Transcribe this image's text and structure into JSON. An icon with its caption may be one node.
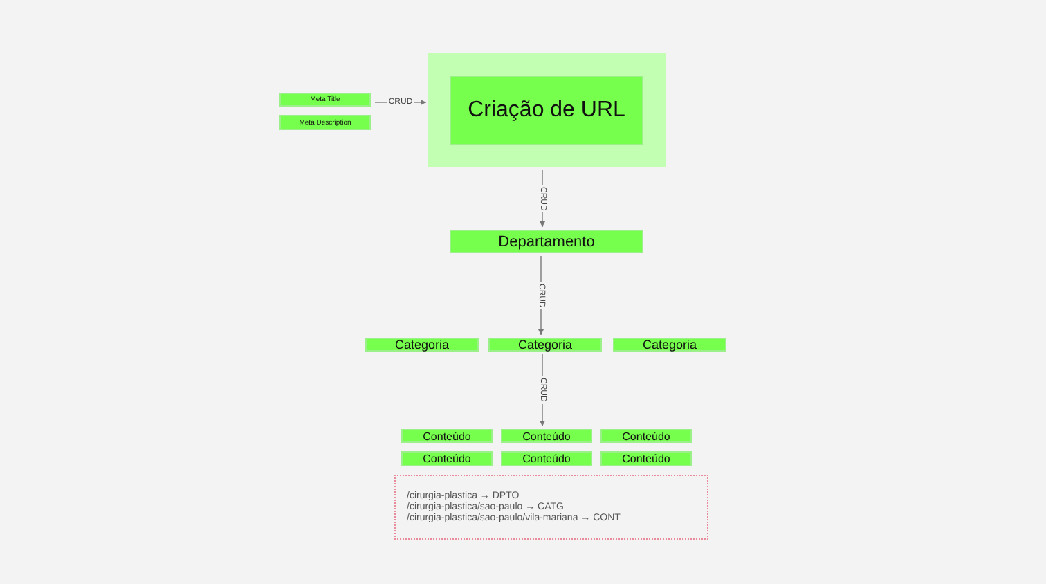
{
  "diagram": {
    "nodes": [
      {
        "text": [
          "Meta Title"
        ]
      },
      {
        "text": [
          "Meta Description"
        ]
      },
      {
        "text": [],
        "shape": "box"
      },
      {
        "text": [
          "Criação de URL"
        ],
        "in": 2
      },
      {
        "text": [
          "Departamento"
        ]
      },
      {
        "text": [
          "Categoria"
        ]
      },
      {
        "text": [
          "Categoria"
        ]
      },
      {
        "text": [
          "Categoria"
        ]
      },
      {
        "text": [
          "Conteúdo"
        ]
      },
      {
        "text": [
          "Conteúdo"
        ]
      },
      {
        "text": [
          "Conteúdo"
        ]
      },
      {
        "text": [
          "Conteúdo"
        ]
      },
      {
        "text": [
          "Conteúdo"
        ]
      },
      {
        "text": [
          "Conteúdo"
        ]
      },
      {
        "text": [
          "/cirurgia-plastica → DPTO",
          "/cirurgia-plastica/sao-paulo → CATG",
          "/cirurgia-plastica/sao-paulo/vila-mariana → CONT"
        ]
      }
    ],
    "edges": [
      {
        "from": 0,
        "to": 2,
        "arrow": "to",
        "label": "CRUD"
      },
      {
        "from": 2,
        "to": 4,
        "arrow": "to",
        "label": "CRUD"
      },
      {
        "from": 4,
        "to": 6,
        "arrow": "to",
        "label": "CRUD"
      },
      {
        "from": 6,
        "to": 9,
        "arrow": "to",
        "label": "CRUD"
      }
    ]
  }
}
